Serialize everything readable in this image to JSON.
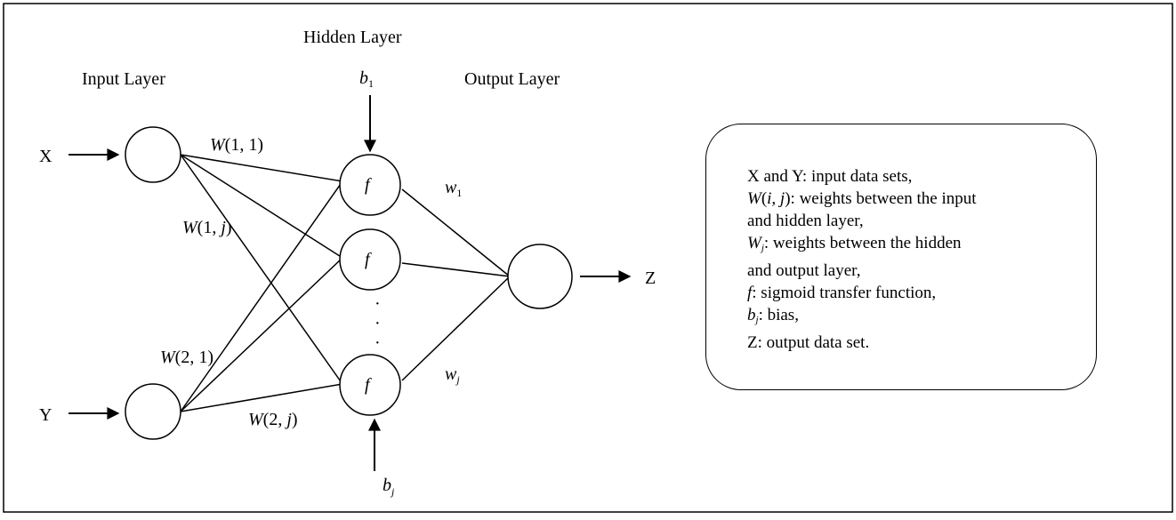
{
  "layers": {
    "input": "Input Layer",
    "hidden": "Hidden Layer",
    "output": "Output Layer"
  },
  "nodes": {
    "x": "X",
    "y": "Y",
    "z": "Z",
    "f": "f",
    "dots": [
      "·",
      "·",
      "·"
    ]
  },
  "weights": {
    "w11_main": "W",
    "w11_args": "(1, 1)",
    "w1j_main": "W",
    "w1j_args_a": "(1, ",
    "w1j_args_b": "j",
    "w1j_args_c": ")",
    "w21_main": "W",
    "w21_args": "(2, 1)",
    "w2j_main": "W",
    "w2j_args_a": "(2, ",
    "w2j_args_b": "j",
    "w2j_args_c": ")",
    "w_base": "w",
    "w_sub_1": "1",
    "w_sub_j": "j"
  },
  "biases": {
    "b_base": "b",
    "b_sub_1": "1",
    "b_sub_j": "j"
  },
  "legend": {
    "line1": "X and Y: input data sets,",
    "line2_a": "W",
    "line2_b": "(",
    "line2_c": "i, j",
    "line2_d": "): weights between the input",
    "line3": "and hidden layer,",
    "line4_a": "W",
    "line4_sub": "j",
    "line4_b": ": weights between the hidden",
    "line5": "and output layer,",
    "line6_a": "f",
    "line6_b": ": sigmoid transfer function,",
    "line7_a": "b",
    "line7_sub": "j",
    "line7_b": ": bias,",
    "line8": "Z: output data set."
  }
}
